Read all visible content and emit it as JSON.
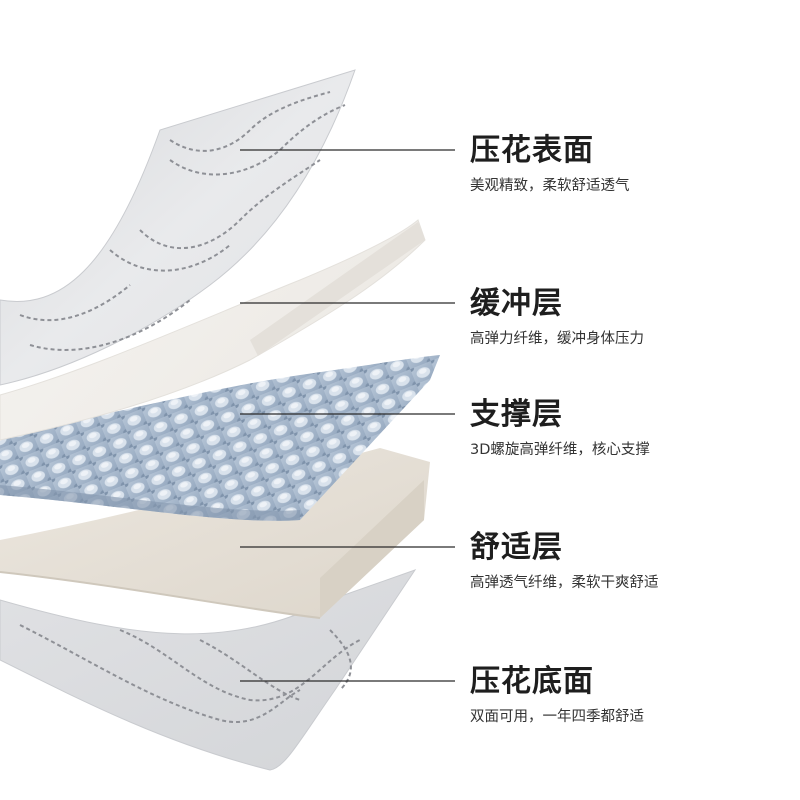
{
  "layers": [
    {
      "title": "压花表面",
      "desc": "美观精致，柔软舒适透气"
    },
    {
      "title": "缓冲层",
      "desc": "高弹力纤维，缓冲身体压力"
    },
    {
      "title": "支撑层",
      "desc": "3D螺旋高弹纤维，核心支撑"
    },
    {
      "title": "舒适层",
      "desc": "高弹透气纤维，柔软干爽舒适"
    },
    {
      "title": "压花底面",
      "desc": "双面可用，一年四季都舒适"
    }
  ],
  "colors": {
    "quilt_fabric": "#e2e3e5",
    "stitch": "#8e9096",
    "cushion": "#f0eeeb",
    "mesh": "#a9b9cc",
    "comfort_layer": "#e6e0d6",
    "leader_line": "#2b2b2b"
  }
}
